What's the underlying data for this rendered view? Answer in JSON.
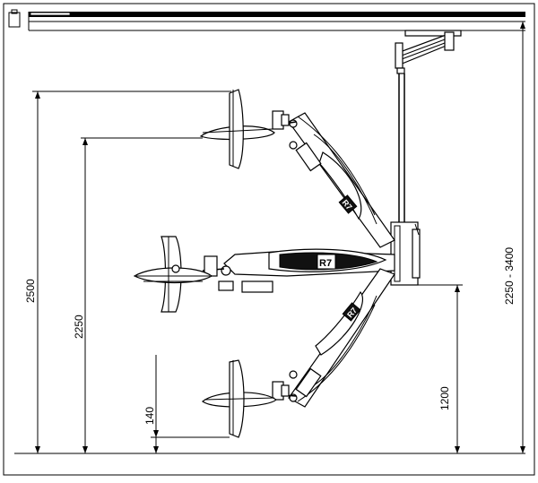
{
  "dimensions": {
    "d_2500": "2500",
    "d_2250": "2250",
    "d_140": "140",
    "d_1200": "1200",
    "d_ceiling": "2250 - 3400"
  },
  "logo_text": "R7"
}
